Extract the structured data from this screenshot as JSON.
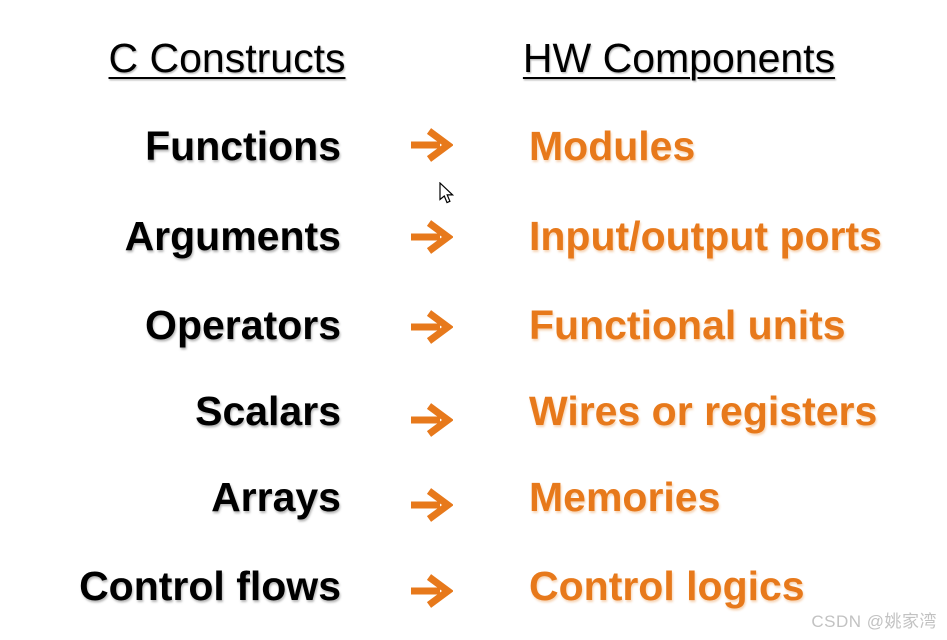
{
  "slide": {
    "headers": {
      "left": "C Constructs",
      "right": "HW Components"
    },
    "rows": [
      {
        "c": "Functions",
        "hw": "Modules"
      },
      {
        "c": "Arguments",
        "hw": "Input/output ports"
      },
      {
        "c": "Operators",
        "hw": "Functional units"
      },
      {
        "c": "Scalars",
        "hw": "Wires or registers"
      },
      {
        "c": "Arrays",
        "hw": "Memories"
      },
      {
        "c": "Control flows",
        "hw": "Control logics"
      }
    ],
    "icons": {
      "arrow": "right-arrow-icon",
      "cursor": "mouse-pointer-icon"
    },
    "colors": {
      "hw_text_orange": "#e7791b",
      "c_text_black": "#000000",
      "background": "#ffffff",
      "watermark_gray": "#c2c2c2"
    }
  },
  "watermark": {
    "text": "CSDN @姚家湾"
  }
}
